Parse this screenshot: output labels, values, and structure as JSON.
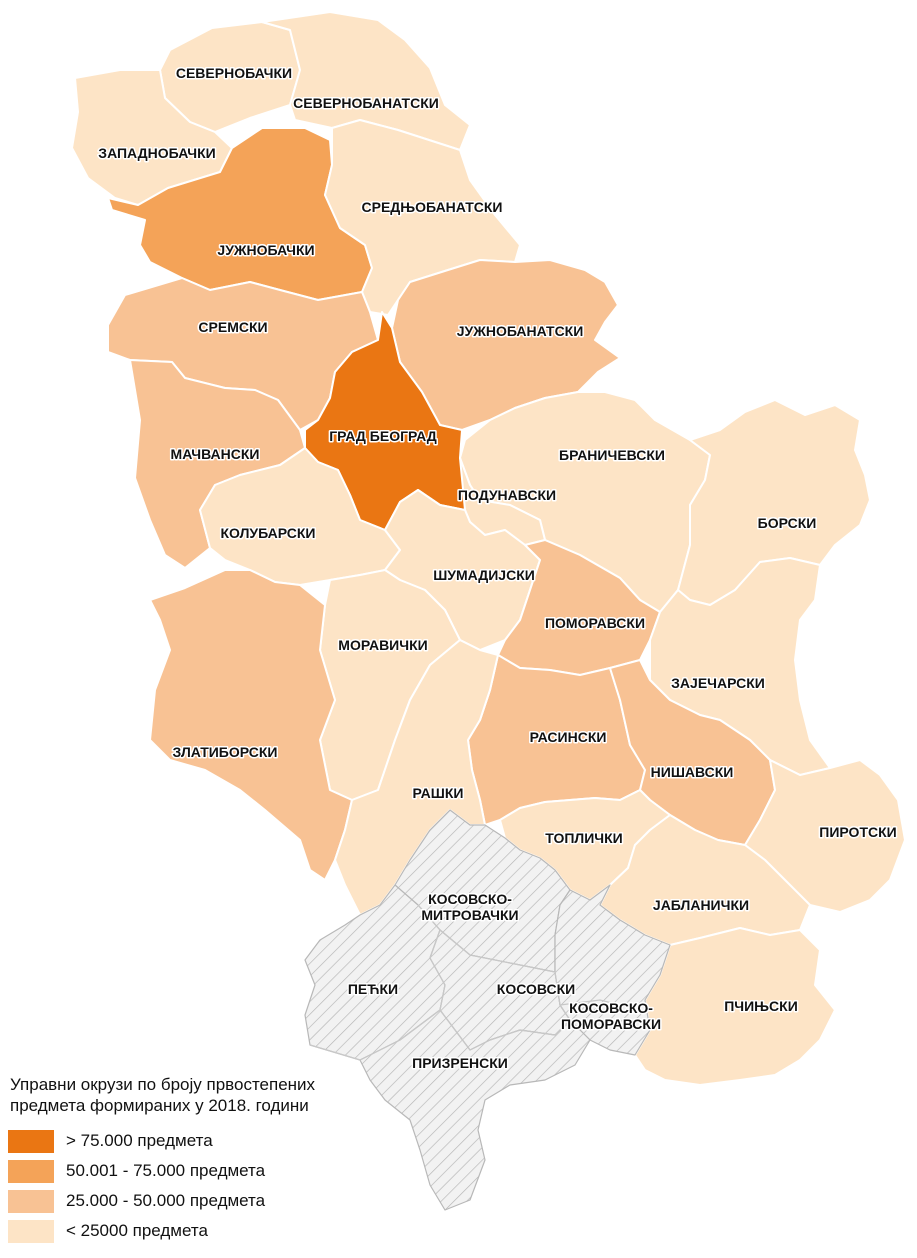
{
  "colors": {
    "cat1": "#ea7613",
    "cat2": "#f4a358",
    "cat3": "#f8c294",
    "cat4": "#fde4c6",
    "hatch_bg": "#f2f2f2",
    "hatch_line": "#b5b5b5"
  },
  "legend": {
    "title_line1": "Управни окрузи по броју првостепених",
    "title_line2": "предмета формираних у 2018. години",
    "items": [
      {
        "label": "> 75.000 предмета",
        "color_key": "cat1"
      },
      {
        "label": "50.001 - 75.000 предмета",
        "color_key": "cat2"
      },
      {
        "label": "25.000 - 50.000 предмета",
        "color_key": "cat3"
      },
      {
        "label": "< 25000 предмета",
        "color_key": "cat4"
      }
    ]
  },
  "regions": [
    {
      "id": "severnobacki",
      "category": "cat4",
      "label_lines": [
        "СЕВЕРНОБАЧКИ"
      ]
    },
    {
      "id": "severnobanatski",
      "category": "cat4",
      "label_lines": [
        "СЕВЕРНОБАНАТСКИ"
      ]
    },
    {
      "id": "zapadnobacki",
      "category": "cat4",
      "label_lines": [
        "ЗАПАДНОБАЧКИ"
      ]
    },
    {
      "id": "juznobacki",
      "category": "cat2",
      "label_lines": [
        "ЈУЖНОБАЧКИ"
      ]
    },
    {
      "id": "srednjobanatski",
      "category": "cat4",
      "label_lines": [
        "СРЕДЊОБАНАТСКИ"
      ]
    },
    {
      "id": "sremski",
      "category": "cat3",
      "label_lines": [
        "СРЕМСКИ"
      ]
    },
    {
      "id": "juznobanatski",
      "category": "cat3",
      "label_lines": [
        "ЈУЖНОБАНАТСКИ"
      ]
    },
    {
      "id": "grad-beograd",
      "category": "cat1",
      "label_lines": [
        "ГРАД БЕОГРАД"
      ]
    },
    {
      "id": "macvanski",
      "category": "cat3",
      "label_lines": [
        "МАЧВАНСКИ"
      ]
    },
    {
      "id": "branicevski",
      "category": "cat4",
      "label_lines": [
        "БРАНИЧЕВСКИ"
      ]
    },
    {
      "id": "podunavski",
      "category": "cat4",
      "label_lines": [
        "ПОДУНАВСКИ"
      ]
    },
    {
      "id": "borski",
      "category": "cat4",
      "label_lines": [
        "БОРСКИ"
      ]
    },
    {
      "id": "kolubarski",
      "category": "cat4",
      "label_lines": [
        "КОЛУБАРСКИ"
      ]
    },
    {
      "id": "sumadijski",
      "category": "cat4",
      "label_lines": [
        "ШУМАДИЈСКИ"
      ]
    },
    {
      "id": "pomoravski",
      "category": "cat3",
      "label_lines": [
        "ПОМОРАВСКИ"
      ]
    },
    {
      "id": "moravicki",
      "category": "cat4",
      "label_lines": [
        "МОРАВИЧКИ"
      ]
    },
    {
      "id": "zajecarski",
      "category": "cat4",
      "label_lines": [
        "ЗАЈЕЧАРСКИ"
      ]
    },
    {
      "id": "zlatiborski",
      "category": "cat3",
      "label_lines": [
        "ЗЛАТИБОРСКИ"
      ]
    },
    {
      "id": "rasinski",
      "category": "cat3",
      "label_lines": [
        "РАСИНСКИ"
      ]
    },
    {
      "id": "nisavski",
      "category": "cat3",
      "label_lines": [
        "НИШАВСКИ"
      ]
    },
    {
      "id": "raski",
      "category": "cat4",
      "label_lines": [
        "РАШКИ"
      ]
    },
    {
      "id": "toplicki",
      "category": "cat4",
      "label_lines": [
        "ТОПЛИЧКИ"
      ]
    },
    {
      "id": "pirotski",
      "category": "cat4",
      "label_lines": [
        "ПИРОТСКИ"
      ]
    },
    {
      "id": "kosovsko-mitrovacki",
      "category": "hatched",
      "label_lines": [
        "КОСОВСКО-",
        "МИТРОВАЧКИ"
      ]
    },
    {
      "id": "jablanicki",
      "category": "cat4",
      "label_lines": [
        "ЈАБЛАНИЧКИ"
      ]
    },
    {
      "id": "pecki",
      "category": "hatched",
      "label_lines": [
        "ПЕЋКИ"
      ]
    },
    {
      "id": "kosovski",
      "category": "hatched",
      "label_lines": [
        "КОСОВСКИ"
      ]
    },
    {
      "id": "pcinjski",
      "category": "cat4",
      "label_lines": [
        "ПЧИЊСКИ"
      ]
    },
    {
      "id": "kosovsko-pomoravski",
      "category": "hatched",
      "label_lines": [
        "КОСОВСКО-",
        "ПОМОРАВСКИ"
      ]
    },
    {
      "id": "prizrenski",
      "category": "hatched",
      "label_lines": [
        "ПРИЗРЕНСКИ"
      ]
    }
  ]
}
